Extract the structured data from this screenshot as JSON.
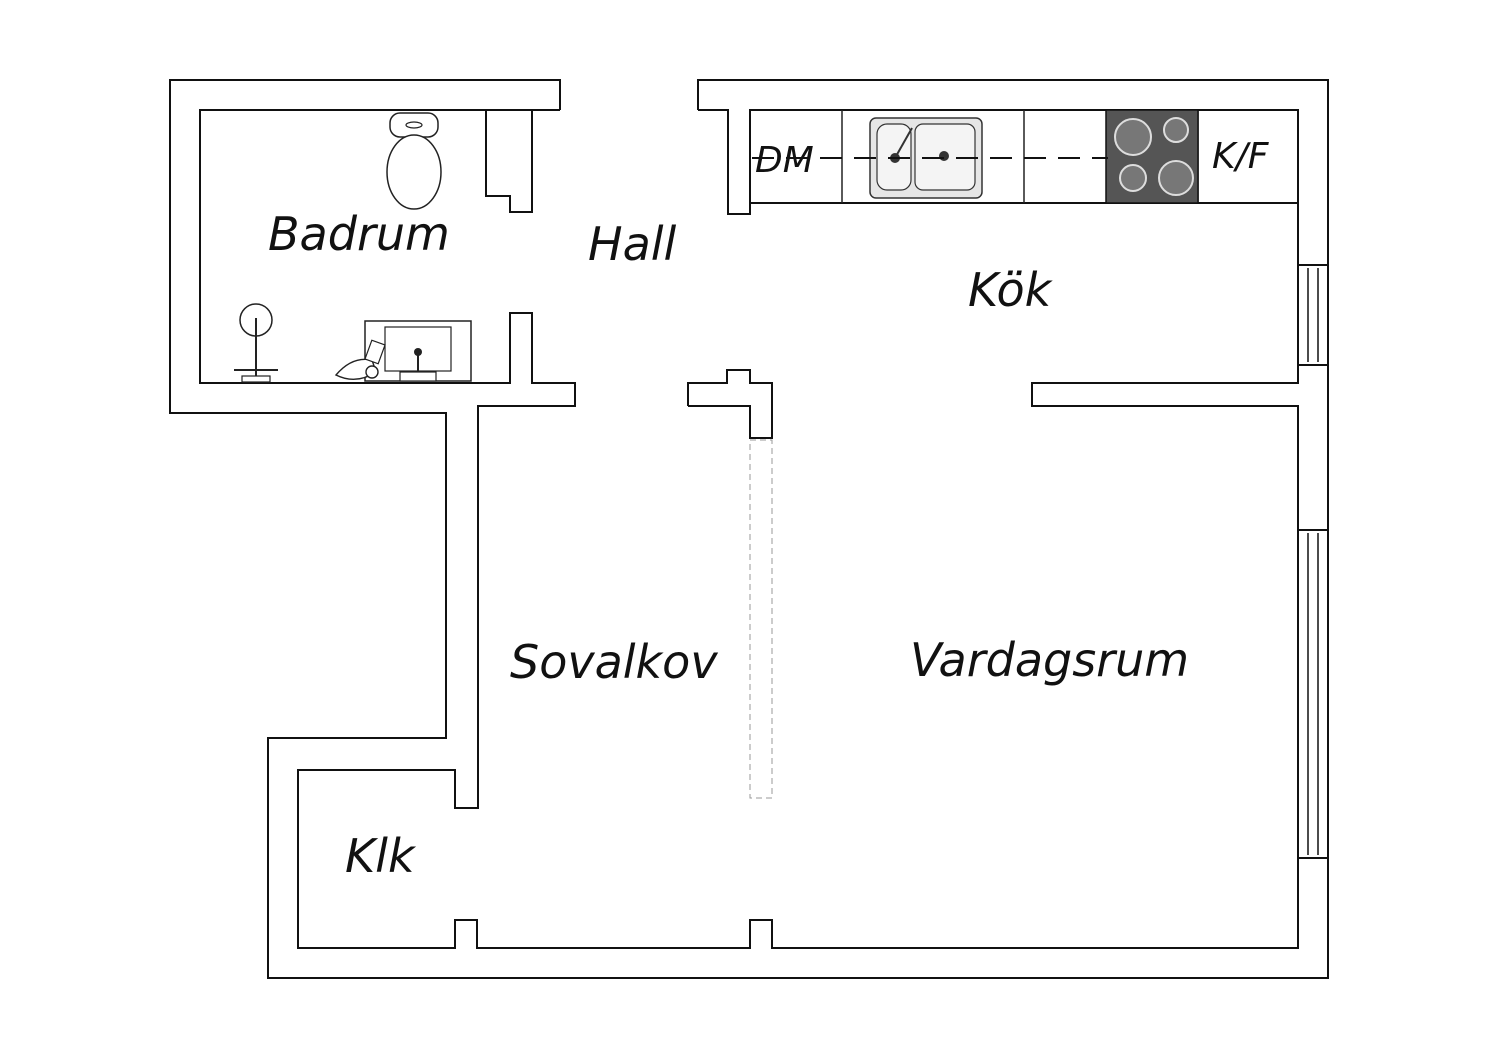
{
  "rooms": {
    "badrum": "Badrum",
    "hall": "Hall",
    "kok": "Kök",
    "sovalkov": "Sovalkov",
    "vardagsrum": "Vardagsrum",
    "klk": "Klk"
  },
  "appliances": {
    "dishwasher": "DM",
    "fridge_freezer": "K/F"
  },
  "colors": {
    "wall": "#111111",
    "stove": "#555555",
    "background": "#ffffff"
  }
}
